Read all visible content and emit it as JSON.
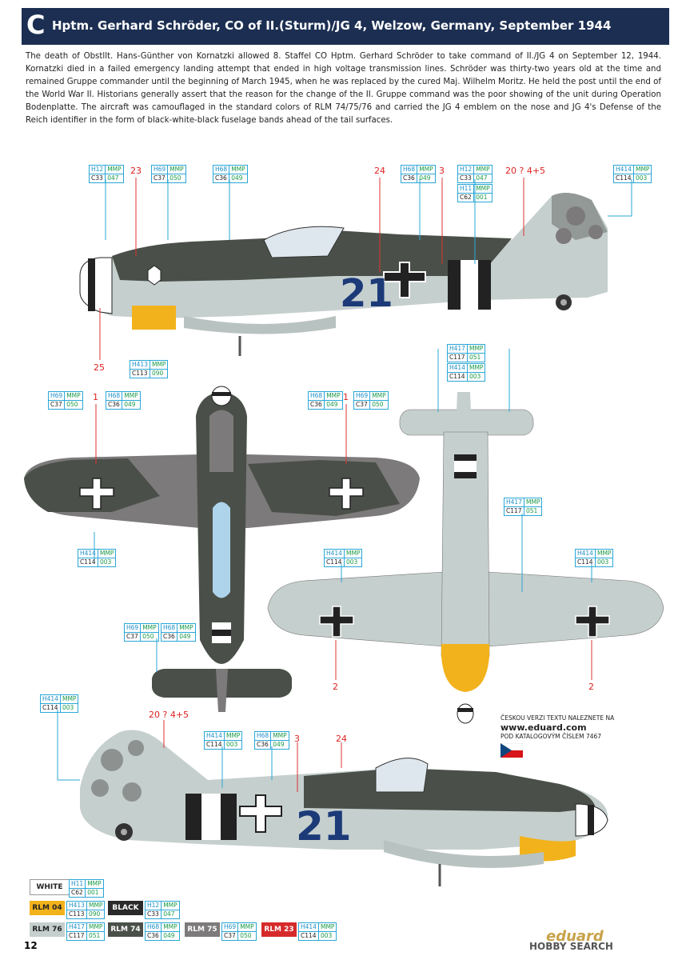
{
  "header": {
    "letter": "C",
    "title": "Hptm. Gerhard Schröder, CO of II.(Sturm)/JG 4, Welzow, Germany, September 1944"
  },
  "description": "The death of Obstllt. Hans-Günther von Kornatzki allowed 8. Staffel CO Hptm. Gerhard Schröder to take command of II./JG 4 on September 12, 1944. Kornatzki died in a failed emergency landing attempt that ended in high voltage transmission lines. Schröder was thirty-two years old at the time and remained Gruppe commander until the beginning of March 1945, when he was replaced by the cured Maj. Wilhelm Moritz. He held the post until the end of the World War II. Historians generally assert that the reason for the change of the II. Gruppe command was the poor showing of the unit during Operation Bodenplatte. The aircraft was camouflaged in the standard colors of RLM 74/75/76 and carried the JG 4 emblem on the nose and JG 4's Defense of the Reich identifier in the form of black-white-black fuselage bands ahead of the tail surfaces.",
  "callouts": [
    {
      "h": "H12",
      "c": "C33",
      "mh": "MMP",
      "mc": "047"
    },
    {
      "h": "H69",
      "c": "C37",
      "mh": "MMP",
      "mc": "050"
    },
    {
      "h": "H68",
      "c": "C36",
      "mh": "MMP",
      "mc": "049"
    },
    {
      "h": "H68",
      "c": "C36",
      "mh": "MMP",
      "mc": "049"
    },
    {
      "h": "H12",
      "c": "C33",
      "mh": "MMP",
      "mc": "047"
    },
    {
      "h": "H11",
      "c": "C62",
      "mh": "MMP",
      "mc": "001"
    },
    {
      "h": "H414",
      "c": "C114",
      "mh": "MMP",
      "mc": "003"
    },
    {
      "h": "H413",
      "c": "C113",
      "mh": "MMP",
      "mc": "090"
    },
    {
      "h": "H417",
      "c": "C117",
      "mh": "MMP",
      "mc": "051"
    },
    {
      "h": "H414",
      "c": "C114",
      "mh": "MMP",
      "mc": "003"
    },
    {
      "h": "H69",
      "c": "C37",
      "mh": "MMP",
      "mc": "050"
    },
    {
      "h": "H68",
      "c": "C36",
      "mh": "MMP",
      "mc": "049"
    },
    {
      "h": "H68",
      "c": "C36",
      "mh": "MMP",
      "mc": "049"
    },
    {
      "h": "H69",
      "c": "C37",
      "mh": "MMP",
      "mc": "050"
    },
    {
      "h": "H417",
      "c": "C117",
      "mh": "MMP",
      "mc": "051"
    },
    {
      "h": "H414",
      "c": "C114",
      "mh": "MMP",
      "mc": "003"
    },
    {
      "h": "H414",
      "c": "C114",
      "mh": "MMP",
      "mc": "003"
    },
    {
      "h": "H414",
      "c": "C114",
      "mh": "MMP",
      "mc": "003"
    },
    {
      "h": "H69",
      "c": "C37",
      "mh": "MMP",
      "mc": "050"
    },
    {
      "h": "H68",
      "c": "C36",
      "mh": "MMP",
      "mc": "049"
    },
    {
      "h": "H414",
      "c": "C114",
      "mh": "MMP",
      "mc": "003"
    },
    {
      "h": "H414",
      "c": "C114",
      "mh": "MMP",
      "mc": "003"
    },
    {
      "h": "H68",
      "c": "C36",
      "mh": "MMP",
      "mc": "049"
    }
  ],
  "numbers": [
    "23",
    "24",
    "3",
    "20 ? 4+5",
    "25",
    "1",
    "1",
    "2",
    "2",
    "20 ? 4+5",
    "3",
    "24"
  ],
  "aircraft_code": "21",
  "legend": [
    {
      "name": "WHITE",
      "h": "H11",
      "c": "C62",
      "mh": "MMP",
      "mc": "001",
      "bg": "#ffffff",
      "fg": "#222222"
    },
    {
      "name": "BLACK",
      "h": "H12",
      "c": "C33",
      "mh": "MMP",
      "mc": "047",
      "bg": "#2a2a2a",
      "fg": "#ffffff"
    },
    {
      "name": "RLM 04",
      "h": "H413",
      "c": "C113",
      "mh": "MMP",
      "mc": "090",
      "bg": "#f2b21b",
      "fg": "#222222"
    },
    {
      "name": "RLM 76",
      "h": "H417",
      "c": "C117",
      "mh": "MMP",
      "mc": "051",
      "bg": "#c5cfce",
      "fg": "#222222"
    },
    {
      "name": "RLM 74",
      "h": "H68",
      "c": "C36",
      "mh": "MMP",
      "mc": "049",
      "bg": "#4a5049",
      "fg": "#ffffff"
    },
    {
      "name": "RLM 75",
      "h": "H69",
      "c": "C37",
      "mh": "MMP",
      "mc": "050",
      "bg": "#7c7a7b",
      "fg": "#ffffff"
    },
    {
      "name": "RLM 23",
      "h": "H414",
      "c": "C114",
      "mh": "MMP",
      "mc": "003",
      "bg": "#d62a2a",
      "fg": "#ffffff"
    }
  ],
  "czech": {
    "line1": "ČESKOU VERZI TEXTU NALEZNETE NA",
    "url": "www.eduard.com",
    "line2": "POD KATALOGOVÝM ČÍSLEM 7467"
  },
  "page_number": "12",
  "watermark": {
    "brand": "eduard",
    "site": "HOBBY SEARCH"
  },
  "colors": {
    "header_bg": "#1c2f52",
    "rlm74": "#4a5049",
    "rlm75": "#7c7a7b",
    "rlm76": "#c5cfce",
    "rlm04": "#f2b21b",
    "code_blue": "#1c3a78"
  }
}
